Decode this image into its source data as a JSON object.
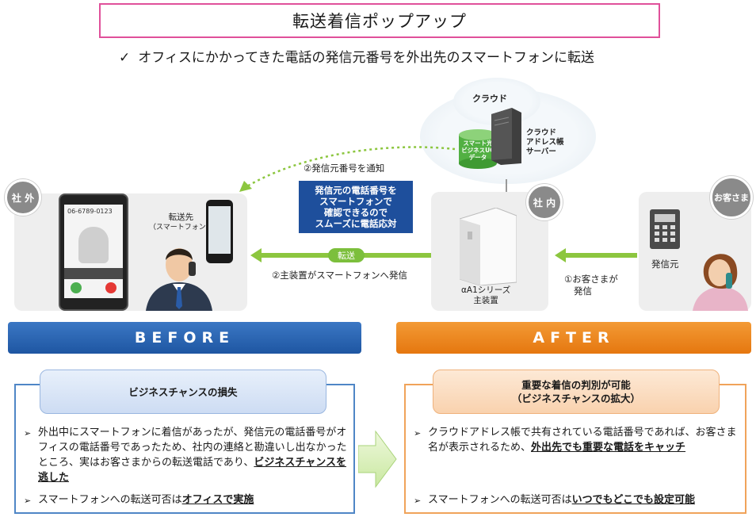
{
  "header": {
    "title": "転送着信ポップアップ",
    "check_mark": "✓",
    "subtitle": "オフィスにかかってきた電話の発信元番号を外出先のスマートフォンに転送"
  },
  "diagram": {
    "cloud": {
      "label": "クラウド",
      "database_label_1": "スマート光",
      "database_label_2": "ビジネスUC",
      "database_label_3": "データ",
      "server_label_1": "クラウド",
      "server_label_2": "アドレス帳",
      "server_label_3": "サーバー"
    },
    "outside": {
      "tag": "社 外",
      "phone_number": "06-6789-0123",
      "forward_label_1": "転送先",
      "forward_label_2": "（スマートフォン）"
    },
    "office": {
      "tag": "社 内",
      "device_label_1": "αA1シリーズ",
      "device_label_2": "主装置"
    },
    "customer": {
      "tag": "お客さま",
      "caller_label": "発信元"
    },
    "notify_label": "②発信元番号を通知",
    "blue_box": [
      "発信元の電話番号を",
      "スマートフォンで",
      "確認できるので",
      "スムーズに電話応対"
    ],
    "transfer_pill": "転送",
    "transfer_label": "②主装置がスマートフォンへ発信",
    "customer_call_label_1": "①お客さまが",
    "customer_call_label_2": "発信"
  },
  "before": {
    "banner": "BEFORE",
    "heading": "ビジネスチャンスの損失",
    "bullet1_text": "外出中にスマートフォンに着信があったが、発信元の電話番号がオフィスの電話番号であったため、社内の連絡と勘違いし出なかったところ、実はお客さまからの転送電話であり、",
    "bullet1_emph": "ビジネスチャンスを逃した",
    "bullet2_text": "スマートフォンへの転送可否は",
    "bullet2_emph": "オフィスで実施"
  },
  "after": {
    "banner": "AFTER",
    "heading_1": "重要な着信の判別が可能",
    "heading_2": "（ビジネスチャンスの拡大）",
    "bullet1_text": "クラウドアドレス帳で共有されている電話番号であれば、お客さま名が表示されるため、",
    "bullet1_emph": "外出先でも重要な電話をキャッチ",
    "bullet2_text": "スマートフォンへの転送可否は",
    "bullet2_emph": "いつでもどこでも設定可能"
  },
  "bullet_marker": "➢",
  "colors": {
    "title_border": "#e0509a",
    "before_blue": "#1e56a2",
    "after_orange": "#e5770f",
    "transfer_green": "#8cc63f",
    "notify_box": "#1e4f9c"
  }
}
